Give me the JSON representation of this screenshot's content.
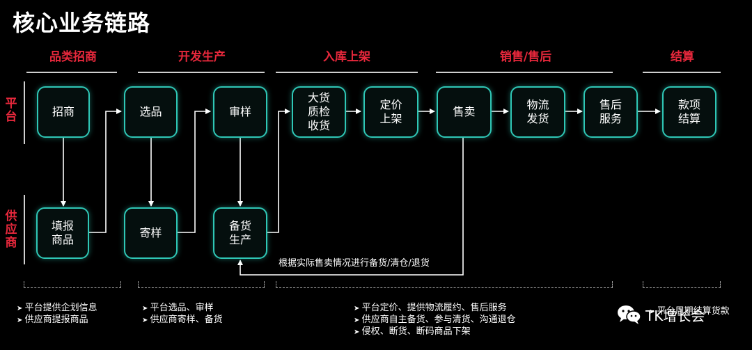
{
  "title": "核心业务链路",
  "phases": [
    "品类招商",
    "开发生产",
    "入库上架",
    "销售/售后",
    "结算"
  ],
  "roles": {
    "platform": "平\n台",
    "supplier": "供\n应\n商"
  },
  "nodes": {
    "zhaoshang": "招商",
    "xuanpin": "选品",
    "shenyang": "审样",
    "dahuo": "大货\n质检\n收货",
    "dingjia": "定价\n上架",
    "shoumai": "售卖",
    "wuliu": "物流\n发货",
    "shouhou": "售后\n服务",
    "kuanxiang": "款项\n结算",
    "tianbao": "填报\n商品",
    "jiyang": "寄样",
    "beihuo": "备货\n生产"
  },
  "feedback": "根据实际售卖情况进行备货/清仓/退货",
  "notes": {
    "group1": [
      "平台提供企划信息",
      "供应商提报商品"
    ],
    "group2": [
      "平台选品、审样",
      "供应商寄样、备货"
    ],
    "group3": [
      "平台定价、提供物流履约、售后服务",
      "供应商自主备货、参与清货、沟通退仓",
      "侵权、断货、断码商品下架"
    ],
    "group4": [
      "平台周期结算货款"
    ]
  },
  "brand": "TK增长会",
  "colors": {
    "accent": "#e8283c",
    "node_border": "#2fc7b6"
  }
}
